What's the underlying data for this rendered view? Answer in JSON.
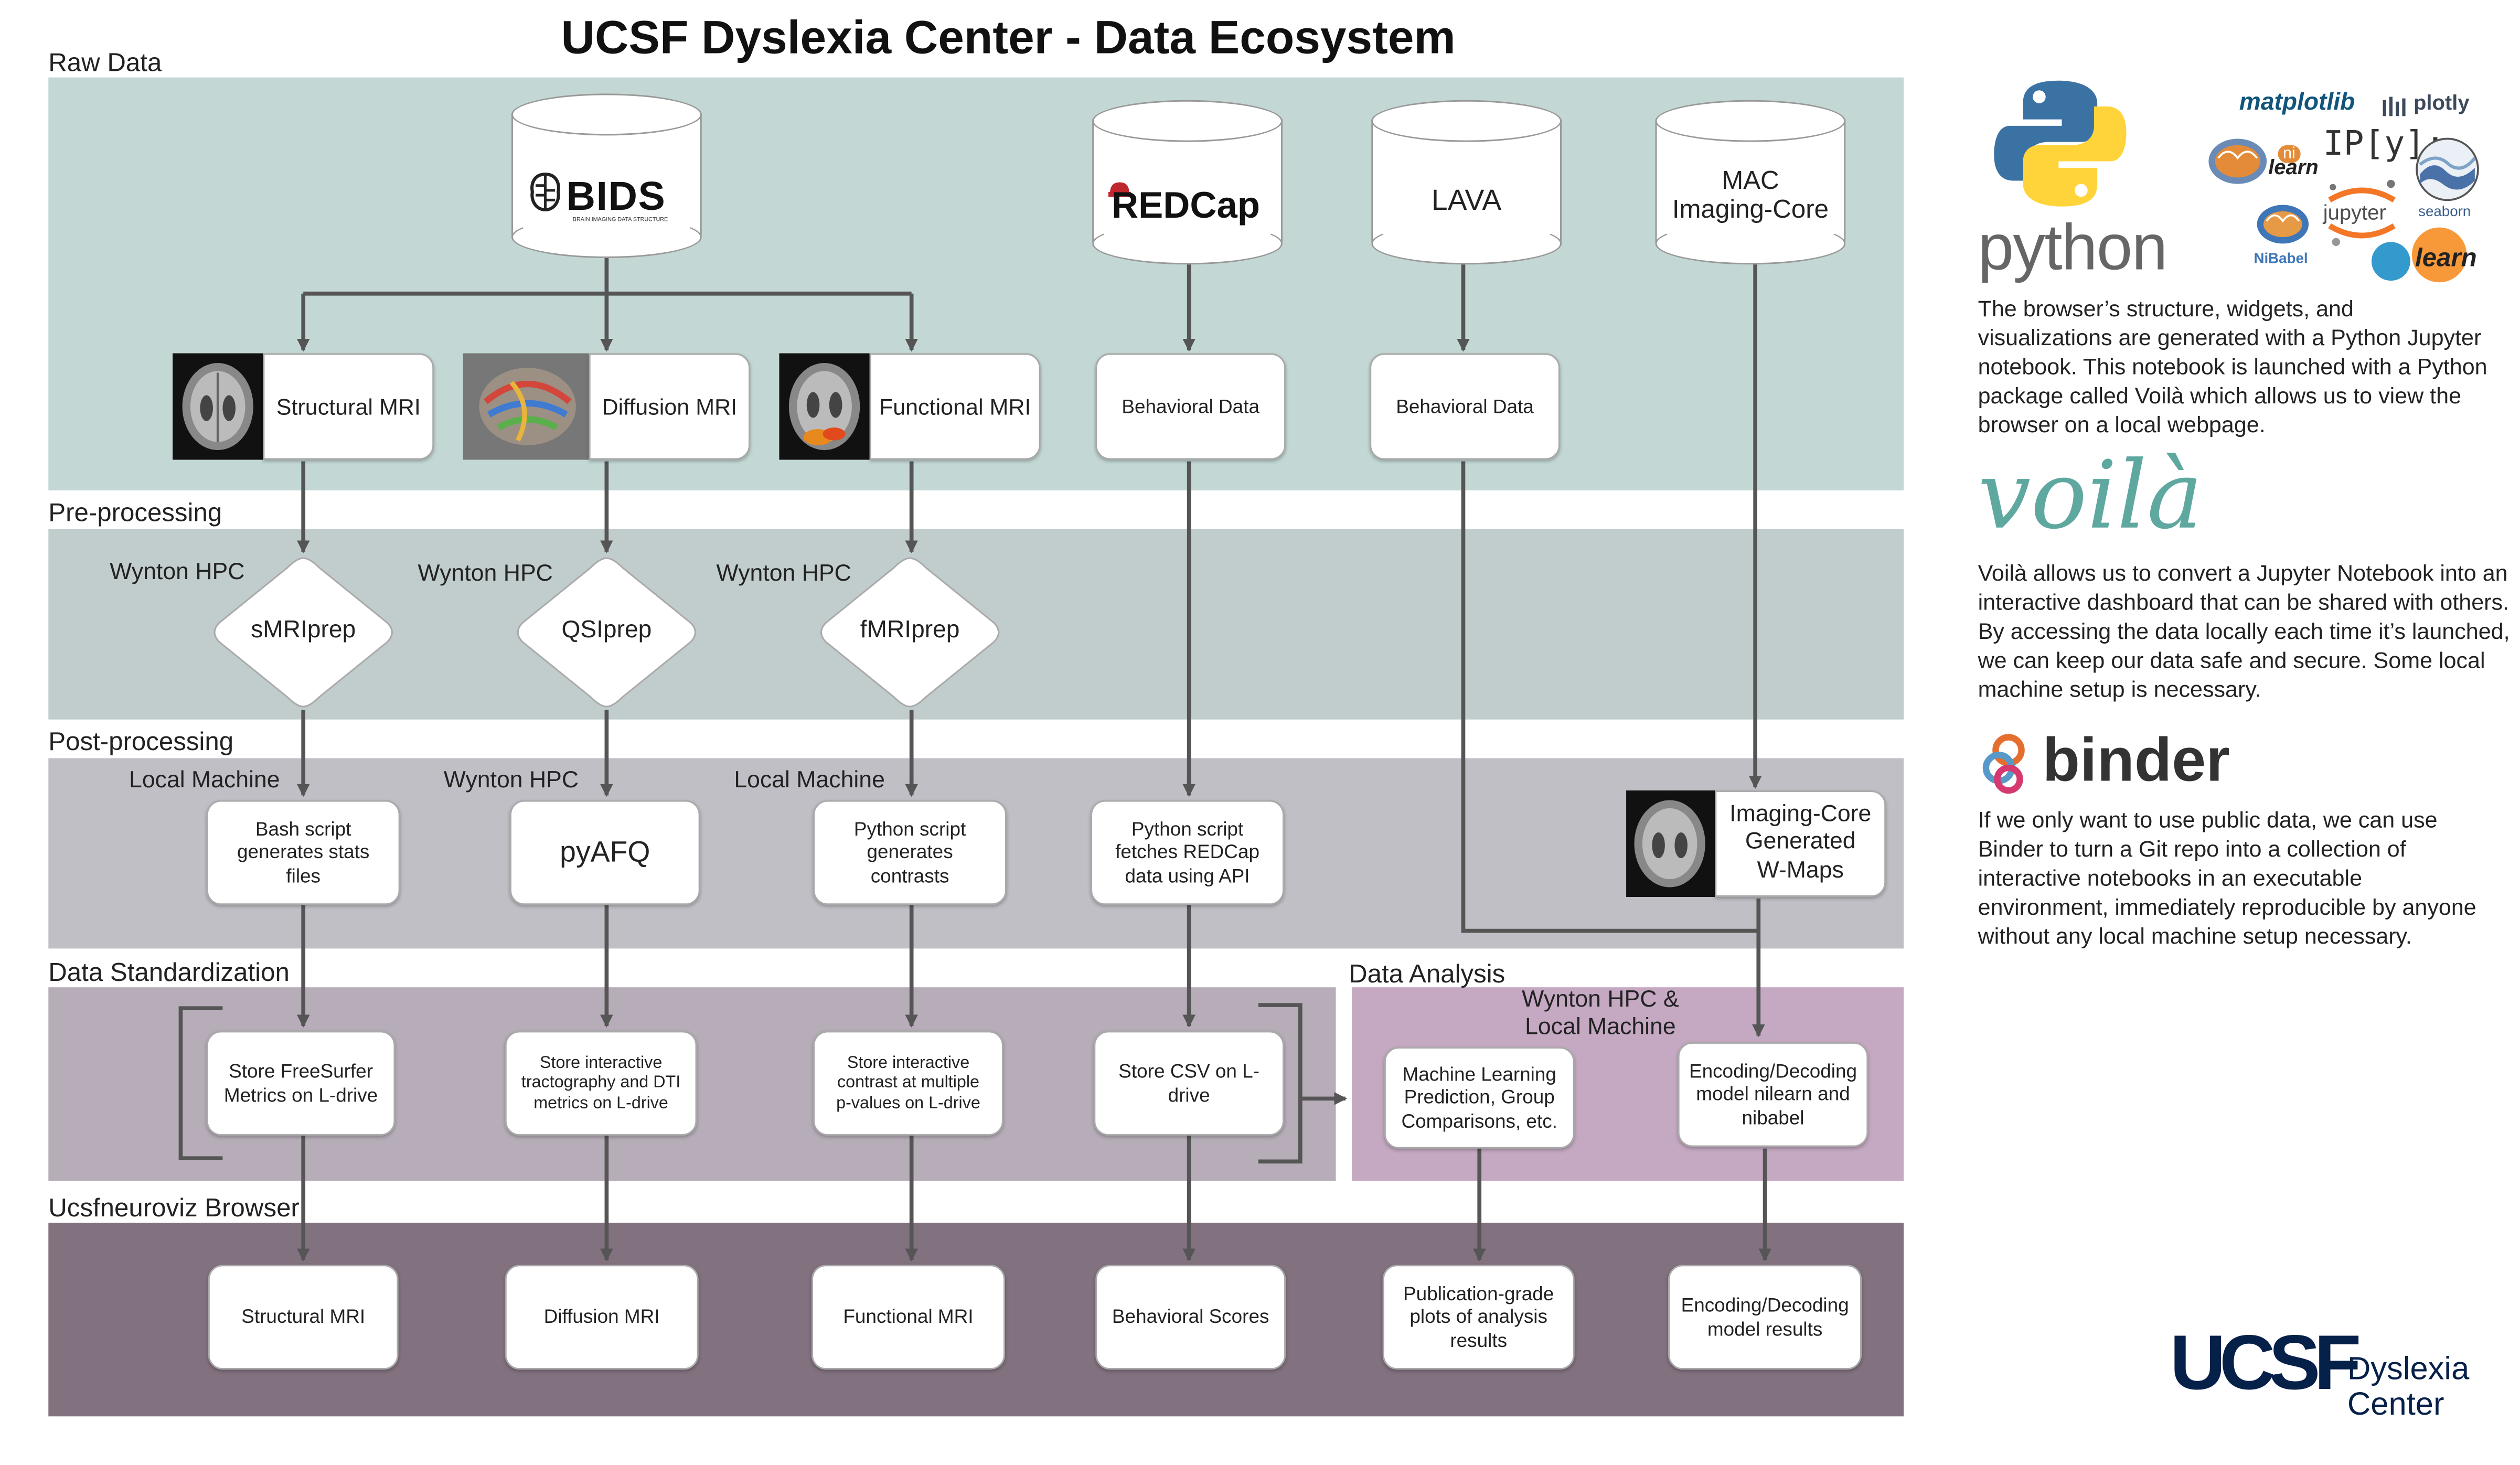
{
  "title": "UCSF Dyslexia Center - Data Ecosystem",
  "sections": {
    "raw": "Raw Data",
    "pre": "Pre-processing",
    "post": "Post-processing",
    "std": "Data Standardization",
    "analysis": "Data Analysis",
    "browser": "Ucsfneuroviz Browser"
  },
  "colors": {
    "raw_band": "#c3d8d5",
    "pre_band": "#c1cccc",
    "post_band": "#c0bfc6",
    "std_band": "#b6adb8",
    "analysis_band": "#c5a8c1",
    "browser_band": "#82717f",
    "arrow": "#555555",
    "python_blue": "#3b72a4",
    "python_yellow": "#ffd43b",
    "voila_teal": "#5fa8a0",
    "binder_orange": "#e46e2e",
    "ucsf_navy": "#052049"
  },
  "sources": {
    "bids": "BIDS",
    "bids_sub": "BRAIN IMAGING DATA STRUCTURE",
    "redcap": "REDCap",
    "lava": "LAVA",
    "mac": "MAC Imaging-Core"
  },
  "raw_items": {
    "smri": "Structural MRI",
    "dmri": "Diffusion MRI",
    "fmri": "Functional MRI",
    "behav1": "Behavioral Data",
    "behav2": "Behavioral Data"
  },
  "pre": {
    "loc1": "Wynton HPC",
    "loc2": "Wynton HPC",
    "loc3": "Wynton HPC",
    "tool1": "sMRIprep",
    "tool2": "QSIprep",
    "tool3": "fMRIprep"
  },
  "post": {
    "loc1": "Local Machine",
    "loc2": "Wynton HPC",
    "loc3": "Local Machine",
    "box1": "Bash script generates stats files",
    "box2": "pyAFQ",
    "box3": "Python script generates contrasts",
    "box4": "Python script fetches REDCap data using API",
    "box5": "Imaging-Core Generated W-Maps"
  },
  "std": {
    "box1": "Store FreeSurfer Metrics on L-drive",
    "box2": "Store interactive tractography and DTI metrics on L-drive",
    "box3": "Store interactive contrast at multiple p-values on L-drive",
    "box4": "Store CSV on L-drive"
  },
  "analysis": {
    "loc": "Wynton HPC & Local Machine",
    "box1": "Machine Learning Prediction, Group Comparisons, etc.",
    "box2": "Encoding/Decoding model nilearn and nibabel"
  },
  "browser": {
    "b1": "Structural MRI",
    "b2": "Diffusion MRI",
    "b3": "Functional MRI",
    "b4": "Behavioral Scores",
    "b5": "Publication-grade plots of analysis results",
    "b6": "Encoding/Decoding model results"
  },
  "sidebar": {
    "python_word": "python",
    "libs": {
      "matplotlib": "matplotlib",
      "plotly": "plotly",
      "ipy": "IP[y]:",
      "nilearn": "learn",
      "nilearn_ni": "ni",
      "seaborn": "seaborn",
      "jupyter": "jupyter",
      "nibabel": "NiBabel",
      "sklearn": "learn"
    },
    "python_text": "The browser’s structure, widgets, and visualizations are generated with a Python Jupyter notebook. This notebook is launched with a Python package called Voilà which allows us to view the browser on a local webpage.",
    "voila_word": "voilà",
    "voila_text": "Voilà allows us to convert a Jupyter Notebook into an interactive dashboard that can be shared with others. By accessing the data locally each time it’s launched, we can keep our data safe and secure. Some local machine setup is necessary.",
    "binder_word": "binder",
    "binder_text": "If we only want to use public data, we can use Binder to turn a Git repo into a collection of interactive notebooks in an executable environment, immediately reproducible by anyone without any local machine setup necessary."
  },
  "footer": {
    "ucsf": "UCSF",
    "line1": "Dyslexia",
    "line2": "Center"
  }
}
